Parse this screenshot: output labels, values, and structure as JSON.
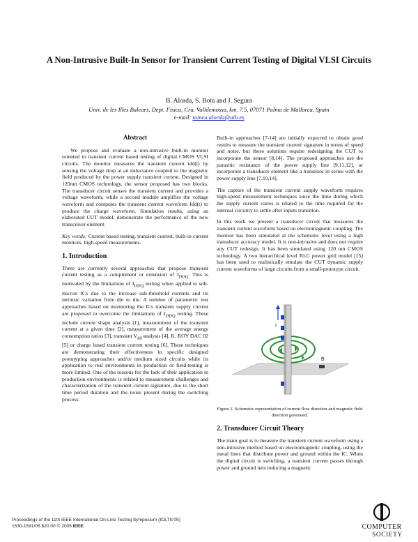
{
  "paper": {
    "title": "A Non-Intrusive Built-In Sensor for Transient Current Testing of Digital VLSI Circuits",
    "authors": "B. Alorda, S. Bota and J. Segura",
    "affiliation": "Univ. de les Illes Balears, Dept. Fisica, Cra. Valldemossa, km. 7.5, 07071 Palma de Mallorca, Spain",
    "email_prefix": "e-mail: ",
    "email": "tomeu.alorda@uib.es"
  },
  "abstract": {
    "heading": "Abstract",
    "text": "We propose and evaluate a non-intrusive built-in monitor oriented to transient current based testing of digital CMOS VLSI circuits. The monitor measures the transient current idd(t) by sensing the voltage drop at an inductance coupled to the magnetic field produced by the power supply transient current. Designed in 120nm CMOS technology, the sensor proposed has two blocks. The transducer circuit senses the transient current and provides a voltage waveform, while a second module amplifies the voltage waveform and computes the transient current waveform Idd(t) to produce the charge waveform. Simulation results, using an elaborated CUT model, demonstrate the performance of the new transceiver element."
  },
  "keywords": {
    "label": "Key words:",
    "text": " Current based testing, transient current, built-in current monitors, high-speed measurements."
  },
  "intro": {
    "heading": "1. Introduction",
    "t1": "There are currently several approaches that propose transient current testing as a complement or extension of I",
    "s1": "DDQ",
    "t2": ". This is motivated by the limitations of I",
    "s2": "DDQ",
    "t3": " testing when applied to sub-micron ICs due to the increase sub-threshold currents and its intrinsic variation from die to die. A number of parametric test approaches based on monitoring the ICs transient supply current are proposed to overcome the limitations of I",
    "s3": "DDQ",
    "t4": " testing. These include current shape analysis [1], measurement of the transient current at a given time [2], measurement of the average energy consumption ratios [3], transient V",
    "s4": "dd",
    "t5": " analysis [4], K. ROY DAC 02 [5] or charge based transient current testing [6]. These techniques are demonstrating their effectiveness in specific designed prototyping approaches and/or medium sized circuits while its application to real environments in production or field-testing is more limited. One of the reasons for the lack of their application in production environments is related to measurement challenges and characterization of the transient current signature, due to the short time period duration and the noise present during the switching process."
  },
  "right": {
    "p1": "Built-in approaches [7-14] are initially expected to obtain good results to measure the transient current signature in terms of speed and noise, but these solutions require redesigning the CUT to incorporate the sensor [8,14]. The proposed approaches use the parasitic resistance of the power supply line [9,11,12], or incorporate a transducer element like a transistor in series with the power supply line [7,10,14].",
    "p2": "The capture of the transient current supply waveform requires high-speed measurement techniques since the time during which the supply current varies is related to the time required for the internal circuitry to settle after inputs transition.",
    "p3": "In this work we present a transducer circuit that measures the transient current waveform based on electromagnetic coupling. The monitor has been simulated at the schematic level using a high transducer accuracy model. It is non-intrusive and does not require any CUT redesign. It has been simulated using 120 nm CMOS technology. A two hierarchical level RLC power grid model [15] has been used to realistically emulate the CUT dynamic supply current waveforms of large circuits from a small-prototype circuit.",
    "figure_label_I": "I",
    "figure_label_B": "B",
    "caption": "Figure 1. Schematic representation of current flow direction and magnetic field direction generated.",
    "sec2_heading": "2. Transducer Circuit Theory",
    "p4": "The main goal is to measure the transient current waveform using a non-intrusive method based on electromagnetic coupling, using the metal lines that distribute power and ground within the IC. When the digital circuit is switching, a transient current passes through power and ground nets inducing a magnetic"
  },
  "footer": {
    "line1": "Proceedings of the 11th IEEE International On-Line Testing Symposium (IOLTS’05)",
    "line2_prefix": "1530-1591/05 $20.00 © 2005 ",
    "line2_brand": "IEEE"
  },
  "logo": {
    "line1": "COMPUTER",
    "line2": "SOCIETY"
  },
  "colors": {
    "link": "#1b2fb5",
    "figure_blue": "#1f3fbf",
    "figure_green": "#2f8f3a"
  }
}
